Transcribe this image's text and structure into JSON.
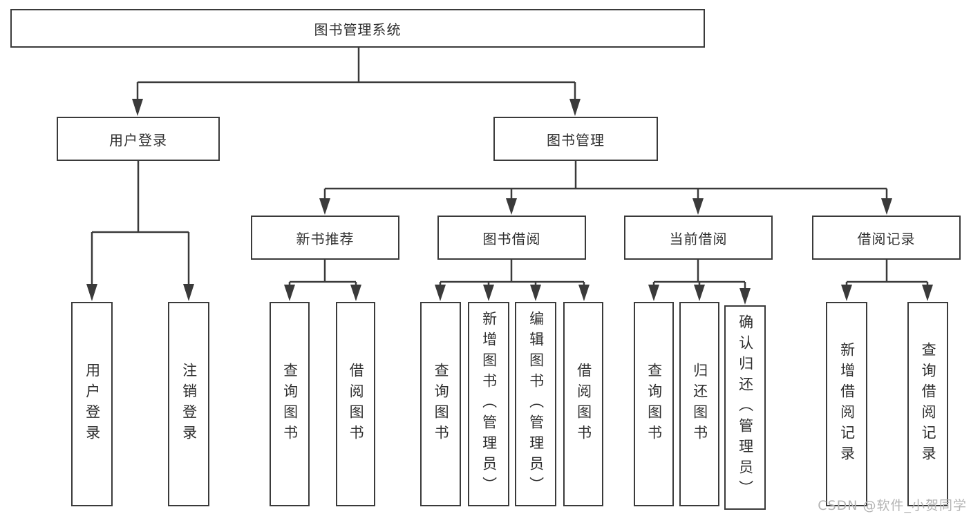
{
  "colors": {
    "line": "#3a3a3a",
    "text": "#2f2f2f",
    "watermark": "#b4b4b4",
    "background": "#ffffff"
  },
  "tree": {
    "root": {
      "label": "图书管理系统"
    },
    "branches": [
      {
        "label": "用户登录",
        "children": [
          {
            "label": "用户登录"
          },
          {
            "label": "注销登录"
          }
        ]
      },
      {
        "label": "图书管理",
        "children": [
          {
            "label": "新书推荐",
            "children": [
              {
                "label": "查询图书"
              },
              {
                "label": "借阅图书"
              }
            ]
          },
          {
            "label": "图书借阅",
            "children": [
              {
                "label": "查询图书"
              },
              {
                "label": "新增图书（管理员）"
              },
              {
                "label": "编辑图书（管理员）"
              },
              {
                "label": "借阅图书"
              }
            ]
          },
          {
            "label": "当前借阅",
            "children": [
              {
                "label": "查询图书"
              },
              {
                "label": "归还图书"
              },
              {
                "label": "确认归还（管理员）"
              }
            ]
          },
          {
            "label": "借阅记录",
            "children": [
              {
                "label": "新增借阅记录"
              },
              {
                "label": "查询借阅记录"
              }
            ]
          }
        ]
      }
    ]
  },
  "watermark": "CSDN @软件_小贺同学"
}
